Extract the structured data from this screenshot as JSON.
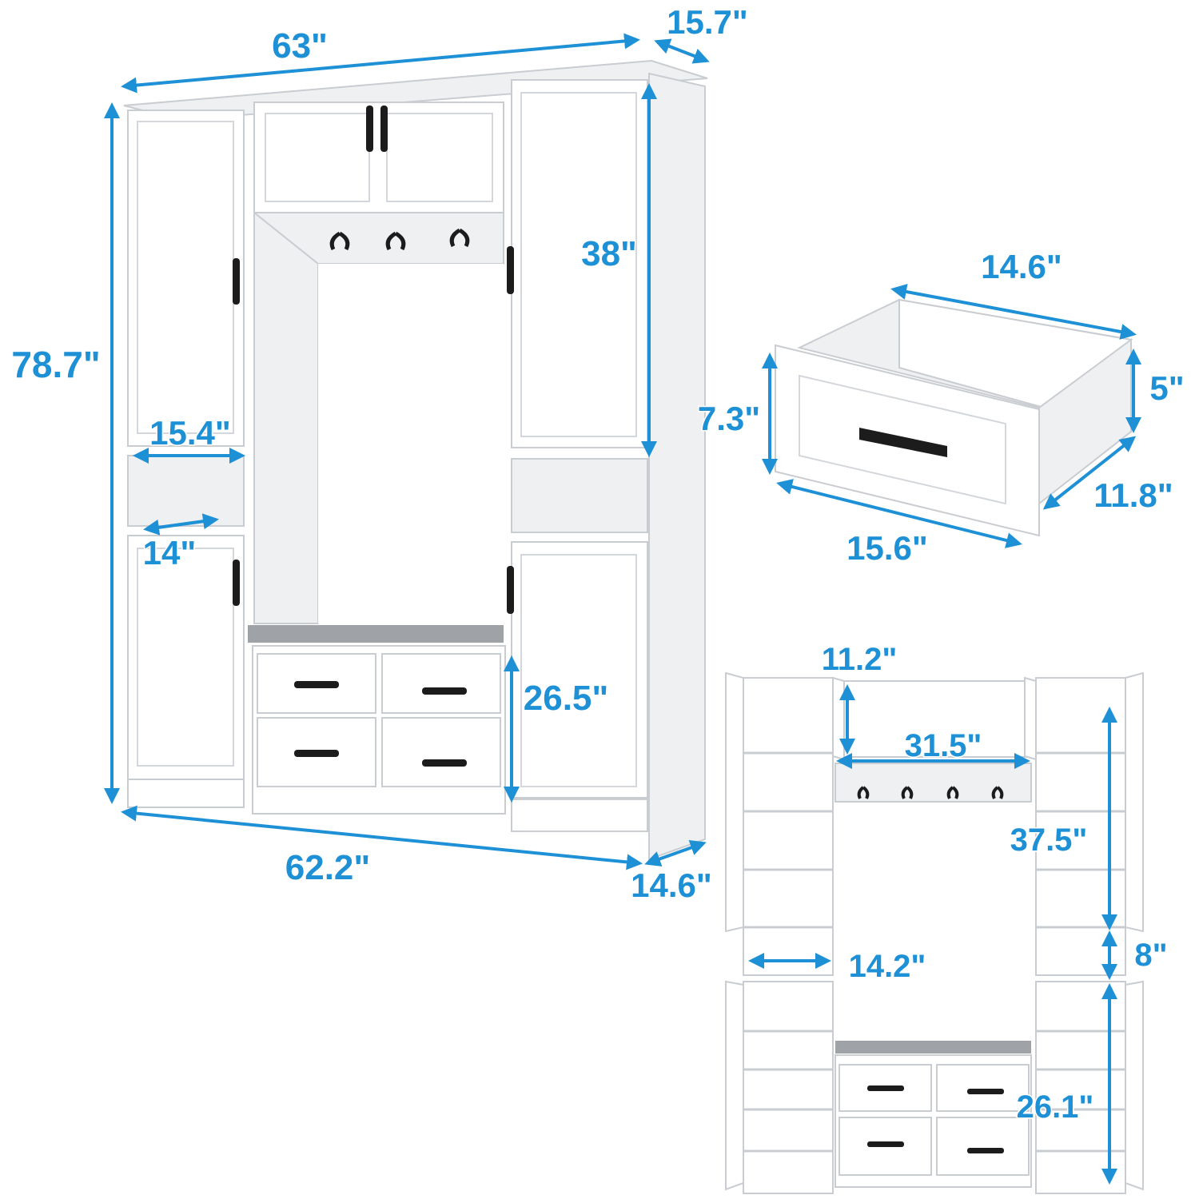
{
  "colors": {
    "dimension": "#1e90d6",
    "cabinet": "#ffffff",
    "cabinet_edge": "#c9ccd0",
    "cushion": "#9fa3a8",
    "handle": "#1c1c1c"
  },
  "main_view": {
    "width_top": "63\"",
    "depth_top": "15.7\"",
    "height_total": "78.7\"",
    "upper_door_height": "38\"",
    "niche_width_upper": "15.4\"",
    "niche_width_lower": "14\"",
    "lower_door_height": "26.5\"",
    "width_bottom": "62.2\"",
    "depth_bottom": "14.6\""
  },
  "drawer_view": {
    "width_back": "14.6\"",
    "height_inner": "5\"",
    "height_front": "7.3\"",
    "depth": "11.8\"",
    "width_front": "15.6\""
  },
  "open_view": {
    "top_compartment_height": "11.2\"",
    "hanger_width": "31.5\"",
    "side_upper_height": "37.5\"",
    "niche_width": "14.2\"",
    "niche_height": "8\"",
    "side_lower_height": "26.1\""
  }
}
